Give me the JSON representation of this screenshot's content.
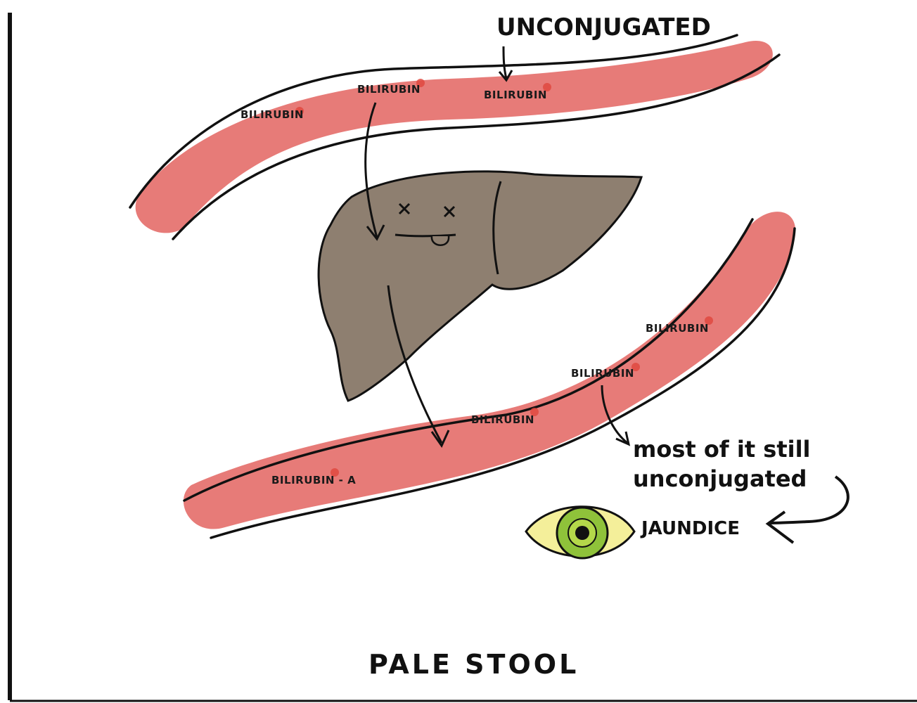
{
  "diagram": {
    "top_vessel_label": "UNCONJUGATED",
    "top_vessel_bilirubin": [
      "BILIRUBIN",
      "BILIRUBIN",
      "BILIRUBIN"
    ],
    "bottom_vessel_bilirubin": [
      "BILIRUBIN",
      "BILIRUBIN",
      "BILIRUBIN",
      "BILIRUBIN - A"
    ],
    "note_line1": "most of it still",
    "note_line2": "unconjugated",
    "jaundice_label": "JAUNDICE",
    "stool_label": "PALE STOOL",
    "colors": {
      "vessel": "#e77b78",
      "liver": "#8e7f70",
      "bilirubin_dot": "#e0463c",
      "eye_white": "#f4ef9a",
      "iris": "#8fc23a",
      "ink": "#111111"
    }
  }
}
